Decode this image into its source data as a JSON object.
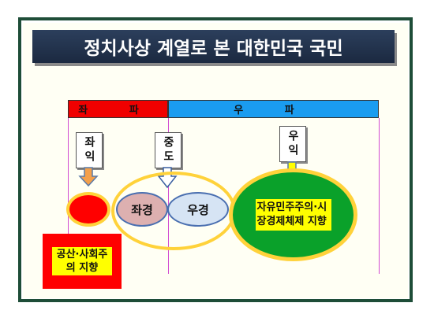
{
  "title": "정치사상 계열로 본 대한민국 국민",
  "bands": {
    "left": "좌 파",
    "right": "우 파"
  },
  "tags": {
    "left": "좌익",
    "center": "중도",
    "right": "우익"
  },
  "ellipses": {
    "left_wing": "좌경",
    "right_wing": "우경",
    "free_market": "자유민주주의·시장경제체제 지향"
  },
  "boxes": {
    "communism": "공산·사회주의 지향"
  },
  "colors": {
    "title_bg": "#1f2e47",
    "left_band": "#f00000",
    "right_band": "#1a9cf0",
    "frame": "#1e4d38",
    "ring": "#ffd23a",
    "green": "#0aa12a",
    "divider": "#d24bd2"
  }
}
